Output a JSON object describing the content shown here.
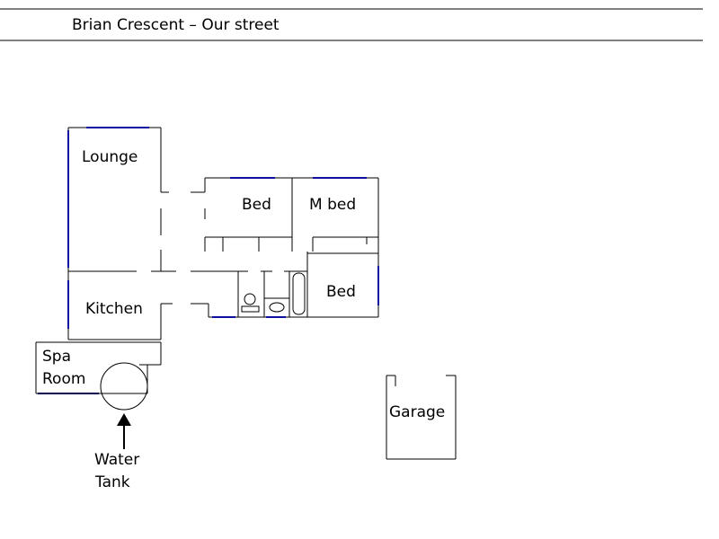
{
  "street": {
    "label": "Brian Crescent – Our street"
  },
  "rooms": {
    "lounge": "Lounge",
    "bed_1": "Bed",
    "master_bed": "M bed",
    "bed_2": "Bed",
    "kitchen": "Kitchen",
    "spa_room_line1": "Spa",
    "spa_room_line2": "Room",
    "garage": "Garage"
  },
  "annotations": {
    "water_tank_line1": "Water",
    "water_tank_line2": "Tank"
  },
  "colors": {
    "wall": "#000000",
    "window": "#1010a0",
    "background": "#ffffff"
  }
}
